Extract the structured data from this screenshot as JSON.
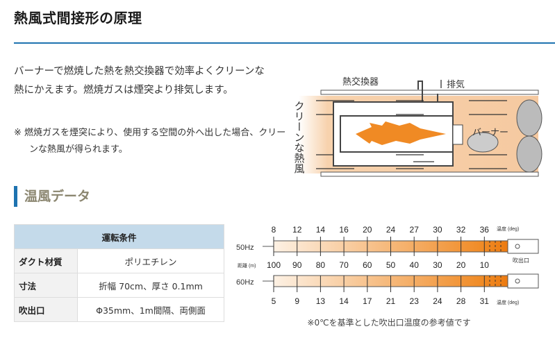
{
  "title": "熱風式間接形の原理",
  "paragraph": "バーナーで燃焼した熱を熱交換器で効率よくクリーンな熱にかえます。燃焼ガスは煙突より排気します。",
  "note": "※ 燃焼ガスを煙突により、使用する空間の外へ出した場合、クリーンな熱風が得られます。",
  "diagram": {
    "heat_exchanger": "熱交換器",
    "exhaust": "排気",
    "burner": "バーナー",
    "clean_hot_air": "クリーンな熱風"
  },
  "section_title": "温風データ",
  "table": {
    "header": "運転条件",
    "rows": [
      {
        "key": "ダクト材質",
        "value": "ポリエチレン"
      },
      {
        "key": "寸法",
        "value": "折幅 70cm、厚さ 0.1mm"
      },
      {
        "key": "吹出口",
        "value": "Φ35mm、1m間隔、両側面"
      }
    ]
  },
  "chart_data": {
    "type": "table",
    "distance_label": "距離 (m)",
    "temp_label": "温度 (deg)",
    "outlet_label": "吹出口",
    "distance": [
      100,
      90,
      80,
      70,
      60,
      50,
      40,
      30,
      20,
      10
    ],
    "series": [
      {
        "name": "50Hz",
        "values": [
          8,
          12,
          14,
          16,
          20,
          24,
          27,
          30,
          32,
          36
        ]
      },
      {
        "name": "60Hz",
        "values": [
          5,
          9,
          13,
          14,
          17,
          21,
          23,
          24,
          28,
          31
        ]
      }
    ]
  },
  "footnote": "※0℃を基準とした吹出口温度の参考値です",
  "colors": {
    "accent": "#1e73b0",
    "flame": "#f08a24",
    "duct": "#f5c9a0"
  }
}
